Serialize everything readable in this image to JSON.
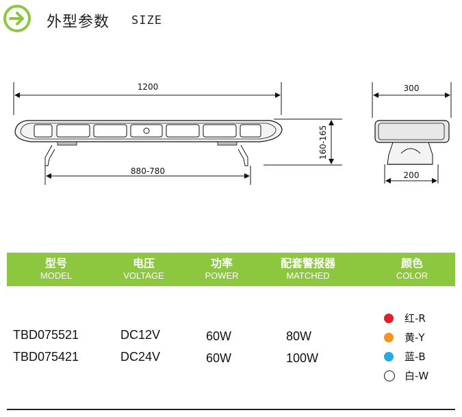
{
  "header": {
    "title": "外型参数",
    "subtitle": "SIZE"
  },
  "drawing": {
    "dim_length": "1200",
    "dim_mount": "880-780",
    "dim_height": "160-165",
    "dim_width": "300",
    "dim_base": "200"
  },
  "spec_table": {
    "headers": [
      {
        "cn": "型号",
        "en": "MODEL"
      },
      {
        "cn": "电压",
        "en": "VOLTAGE"
      },
      {
        "cn": "功率",
        "en": "POWER"
      },
      {
        "cn": "配套警报器",
        "en": "MATCHED"
      },
      {
        "cn": "颜色",
        "en": "COLOR"
      }
    ],
    "rows": [
      {
        "model": "TBD075521",
        "voltage": "DC12V",
        "power": "60W",
        "matched": "80W"
      },
      {
        "model": "TBD075421",
        "voltage": "DC24V",
        "power": "60W",
        "matched": "100W"
      }
    ],
    "colors": [
      {
        "label": "红-R",
        "hex": "#e0202a"
      },
      {
        "label": "黄-Y",
        "hex": "#f7941d"
      },
      {
        "label": "蓝-B",
        "hex": "#27aae1"
      },
      {
        "label": "白-W",
        "hex": "#ffffff"
      }
    ]
  },
  "accent_color": "#8dc63f"
}
